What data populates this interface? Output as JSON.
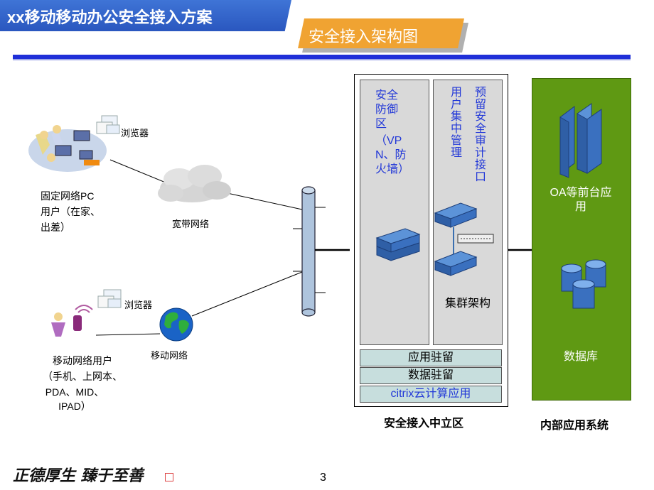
{
  "header": {
    "title": "xx移动移动办公安全接入方案",
    "subtitle": "安全接入架构图"
  },
  "left": {
    "browser_label_1": "浏览器",
    "browser_label_2": "浏览器",
    "fixed_users_line1": "固定网络PC",
    "fixed_users_line2": "用户（在家、",
    "fixed_users_line3": "出差）",
    "broadband": "宽带网络",
    "mobile_net": "移动网络",
    "mobile_users_line1": "移动网络用户",
    "mobile_users_line2": "（手机、上网本、",
    "mobile_users_line3": "PDA、MID、",
    "mobile_users_line4": "IPAD）"
  },
  "dmz": {
    "security_zone_lines": [
      "安全",
      "防御",
      "区",
      "（VP",
      "N、防",
      "火墙）"
    ],
    "user_mgmt_col": [
      "用",
      "户",
      "集",
      "中",
      "管",
      "理"
    ],
    "audit_col": [
      "预",
      "留",
      "安",
      "全",
      "审",
      "计",
      "接",
      "口"
    ],
    "cluster": "集群架构",
    "strip1": "应用驻留",
    "strip2": "数据驻留",
    "strip3": "citrix云计算应用",
    "caption": "安全接入中立区"
  },
  "internal": {
    "oa_line1": "OA等前台应",
    "oa_line2": "用",
    "db": "数据库",
    "caption": "内部应用系统"
  },
  "footer": {
    "motto": "正德厚生  臻于至善",
    "page": "3"
  },
  "colors": {
    "title_blue": "#2a57bf",
    "sub_orange": "#f0a332",
    "rule_blue": "#1f2fd8",
    "zone_text_blue": "#2238d8",
    "internal_green": "#5f9913"
  }
}
